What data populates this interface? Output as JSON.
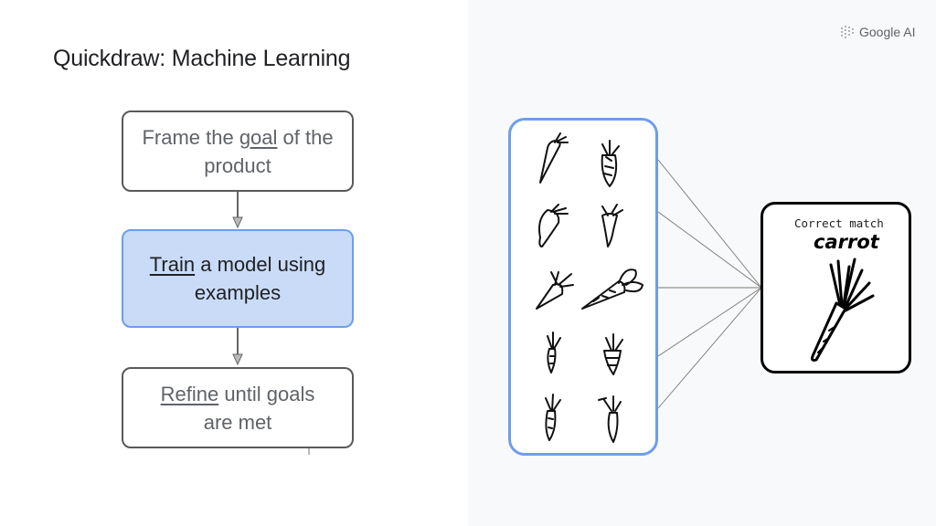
{
  "slide": {
    "title": "Quickdraw: Machine Learning",
    "logo_text": "Google AI"
  },
  "flow": {
    "step1": {
      "before": "Frame the ",
      "keyword": "goal",
      "after": " of the product"
    },
    "step2": {
      "keyword": "Train",
      "after": " a model using examples"
    },
    "step3": {
      "keyword": "Refine",
      "after": " until goals are met"
    }
  },
  "result": {
    "label": "Correct match",
    "word": "carrot"
  },
  "colors": {
    "active_fill": "#c9dbf7",
    "accent_border": "#6d9eeb",
    "box_border": "#595959"
  }
}
